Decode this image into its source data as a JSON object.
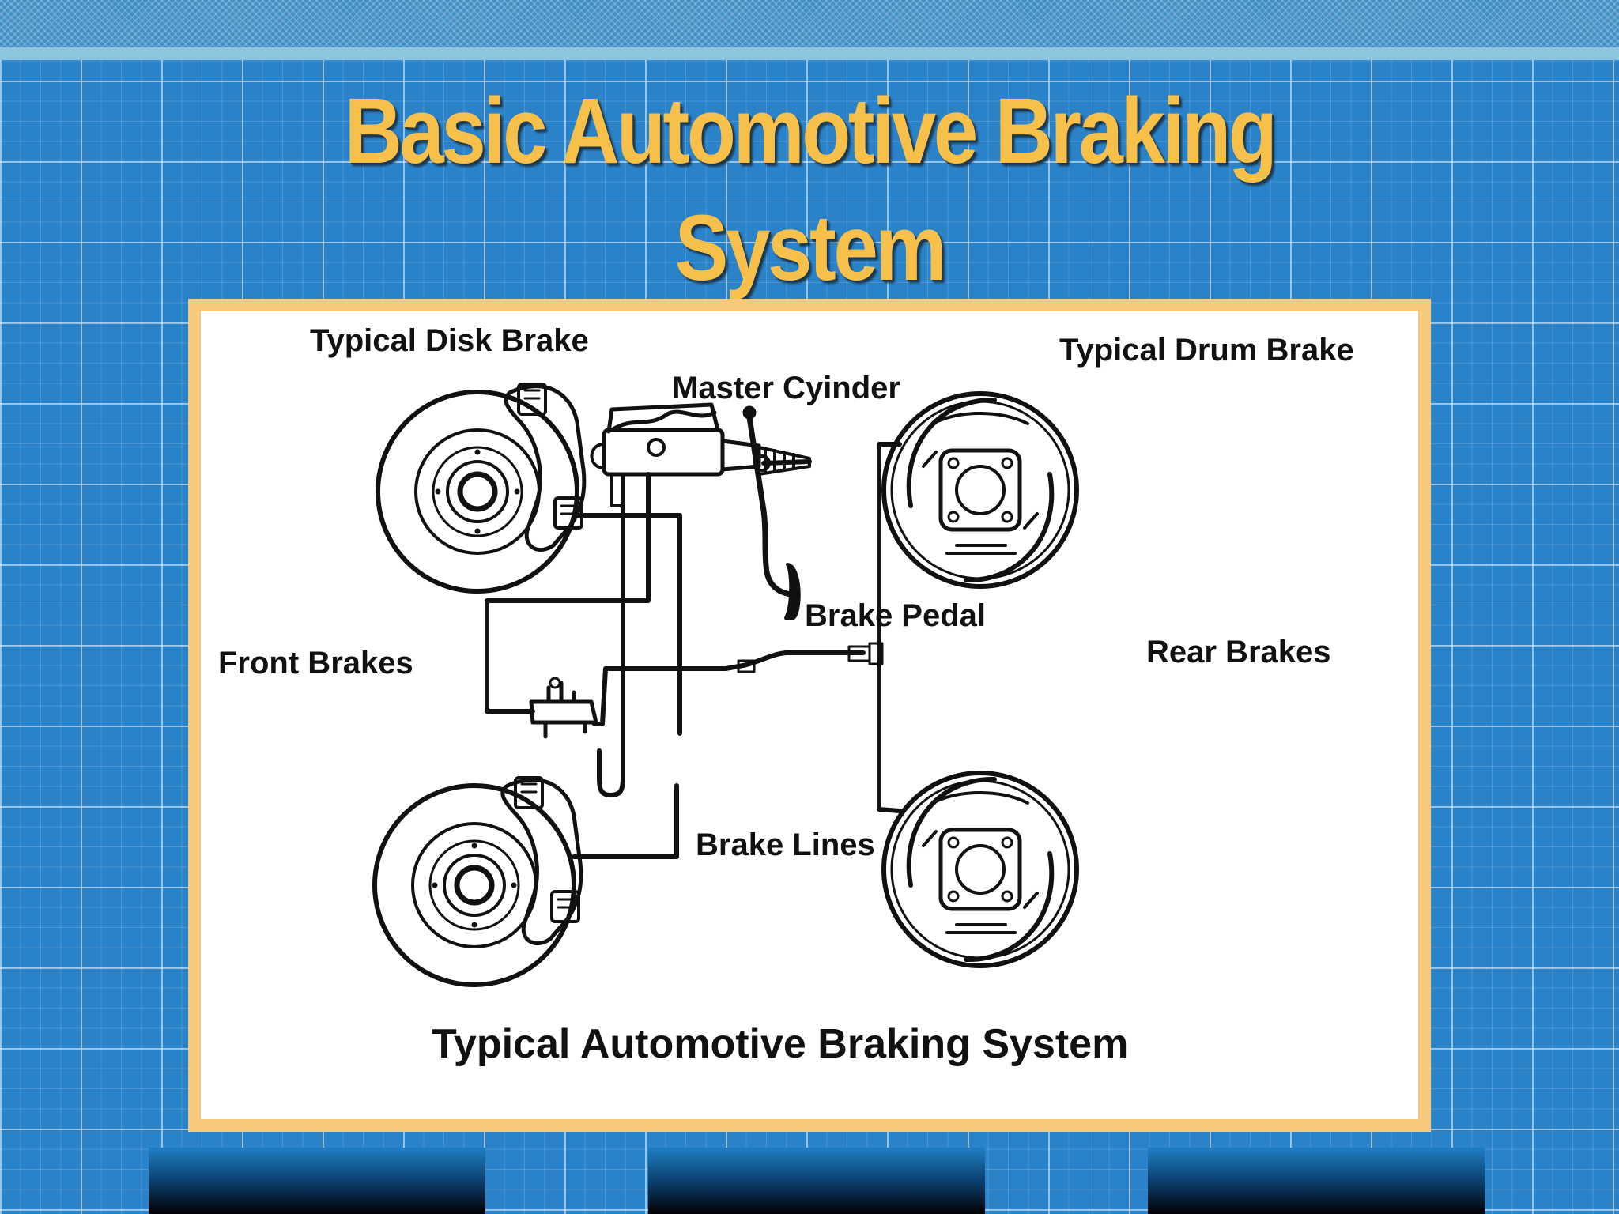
{
  "slide": {
    "title": "Basic Automotive Braking System"
  },
  "diagram": {
    "labels": {
      "disk_brake": "Typical Disk Brake",
      "master_cylinder": "Master Cyinder",
      "drum_brake": "Typical Drum Brake",
      "brake_pedal": "Brake Pedal",
      "front_brakes": "Front Brakes",
      "rear_brakes": "Rear Brakes",
      "brake_lines": "Brake Lines",
      "caption": "Typical Automotive Braking System"
    }
  },
  "colors": {
    "background": "#2a82c8",
    "title": "#f7c04a",
    "frame": "#f7c97a",
    "line_art": "#111111"
  }
}
